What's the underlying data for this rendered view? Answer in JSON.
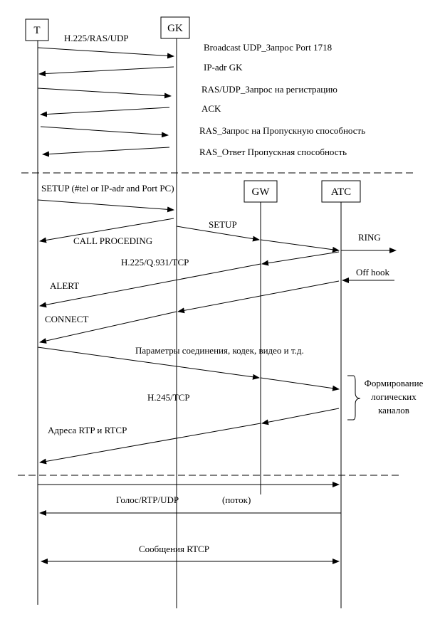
{
  "entities": {
    "t": "T",
    "gk": "GK",
    "gw": "GW",
    "atc": "ATC"
  },
  "labels": {
    "h225_ras_udp": "H.225/RAS/UDP",
    "broadcast": "Broadcast UDP_Запрос  Port 1718",
    "ip_adr_gk": "IP-adr GK",
    "ras_udp_reg": "RAS/UDP_Запрос на регистрацию",
    "ack": "ACK",
    "ras_bw_req": "RAS_Запрос на Пропускную способность",
    "ras_bw_resp": "RAS_Ответ Пропускная способность",
    "setup_t": "SETUP (#tel or IP-adr and Port PC)",
    "setup_gk": "SETUP",
    "ring": "RING",
    "call_proceeding": "CALL PROCEDING",
    "h225_q931_tcp": "H.225/Q.931/TCP",
    "off_hook": "Off hook",
    "alert": "ALERT",
    "connect": "CONNECT",
    "params": "Параметры соединения, кодек, видео и т.д.",
    "forming_1": "Формирование",
    "forming_2": "логических",
    "forming_3": "каналов",
    "h245_tcp": "H.245/TCP",
    "rtp_rtcp_addr": "Адреса RTP  и RTCP",
    "voice_rtp_udp": "Голос/RTP/UDP",
    "stream": "(поток)",
    "rtcp_messages": "Сообщения RTCP"
  }
}
